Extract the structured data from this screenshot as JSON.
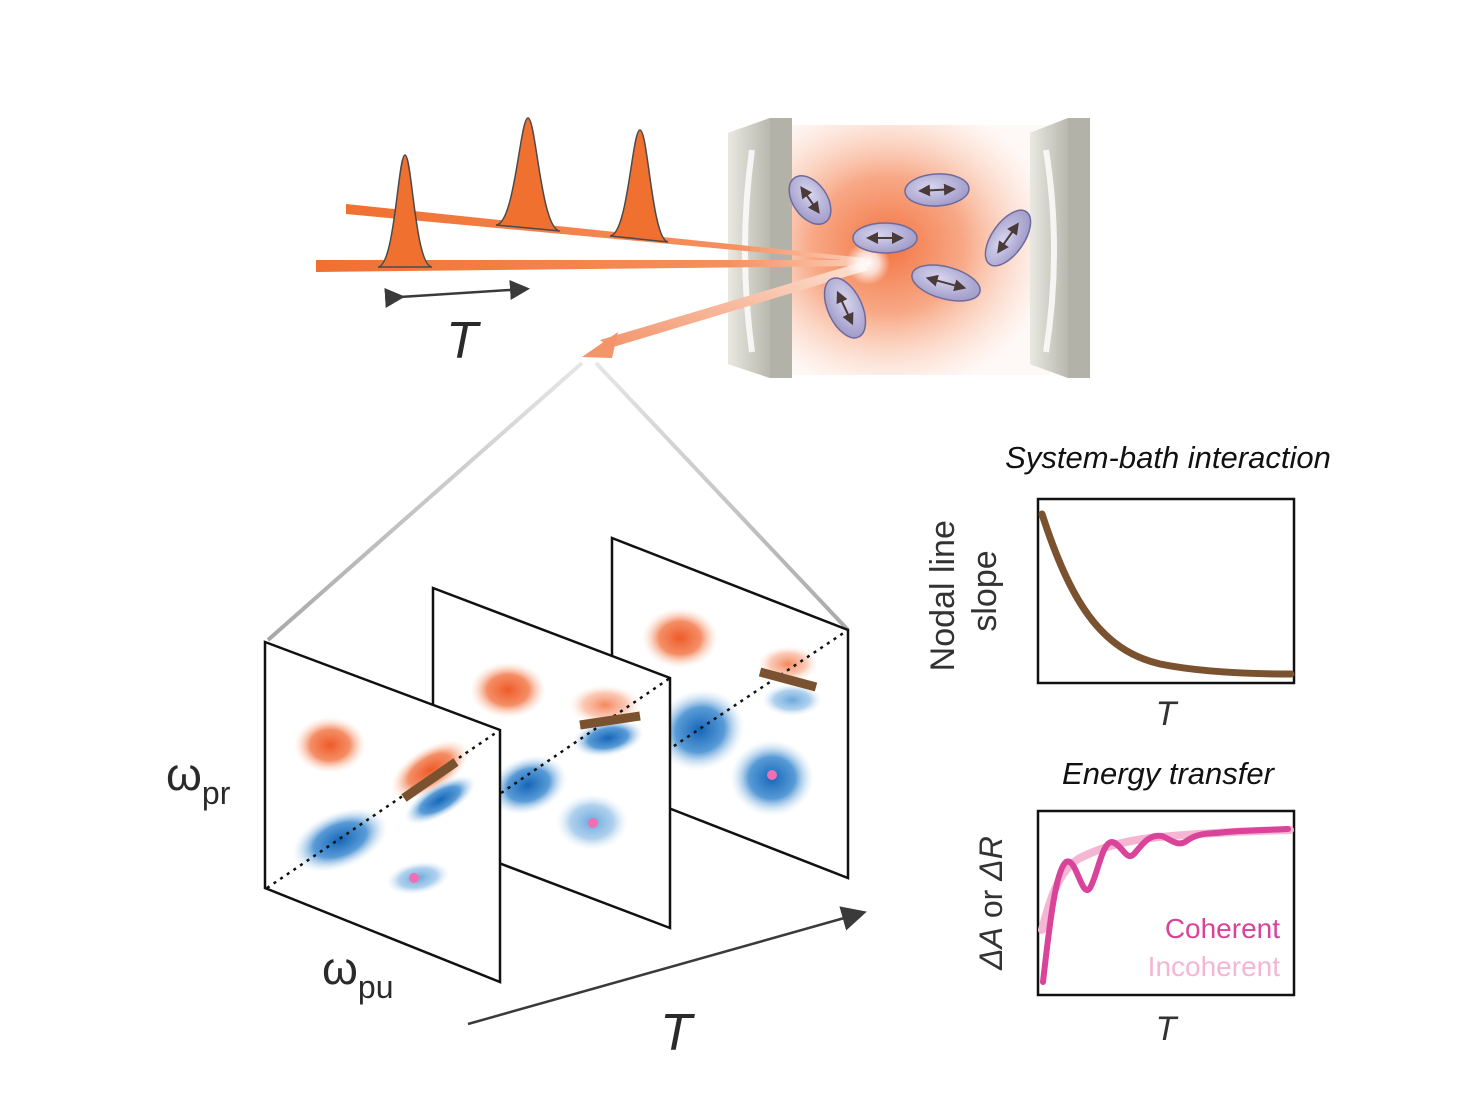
{
  "top": {
    "delay_label": "T"
  },
  "spectra": {
    "pump_axis_symbol": "ω",
    "pump_axis_sub": "pu",
    "probe_axis_symbol": "ω",
    "probe_axis_sub": "pr",
    "time_axis_label": "T"
  },
  "panel_system_bath": {
    "title": "System-bath interaction",
    "ylabel_line1": "Nodal line",
    "ylabel_line2": "slope",
    "xlabel": "T"
  },
  "panel_energy_transfer": {
    "title": "Energy transfer",
    "ylabel_a": "ΔA",
    "ylabel_or": " or ",
    "ylabel_r": "ΔR",
    "xlabel": "T",
    "legend_coherent": "Coherent",
    "legend_incoherent": "Incoherent"
  },
  "colors": {
    "beam_orange": "#f07030",
    "positive_red": "#ef5a28",
    "negative_blue": "#1f77c4",
    "nodal_brown": "#7a5230",
    "coherent_magenta": "#d9439a",
    "incoherent_pink": "#f4b6d3",
    "mirror_gray": "#c8c7bd",
    "molecule_lavender": "#b5b1d8"
  }
}
